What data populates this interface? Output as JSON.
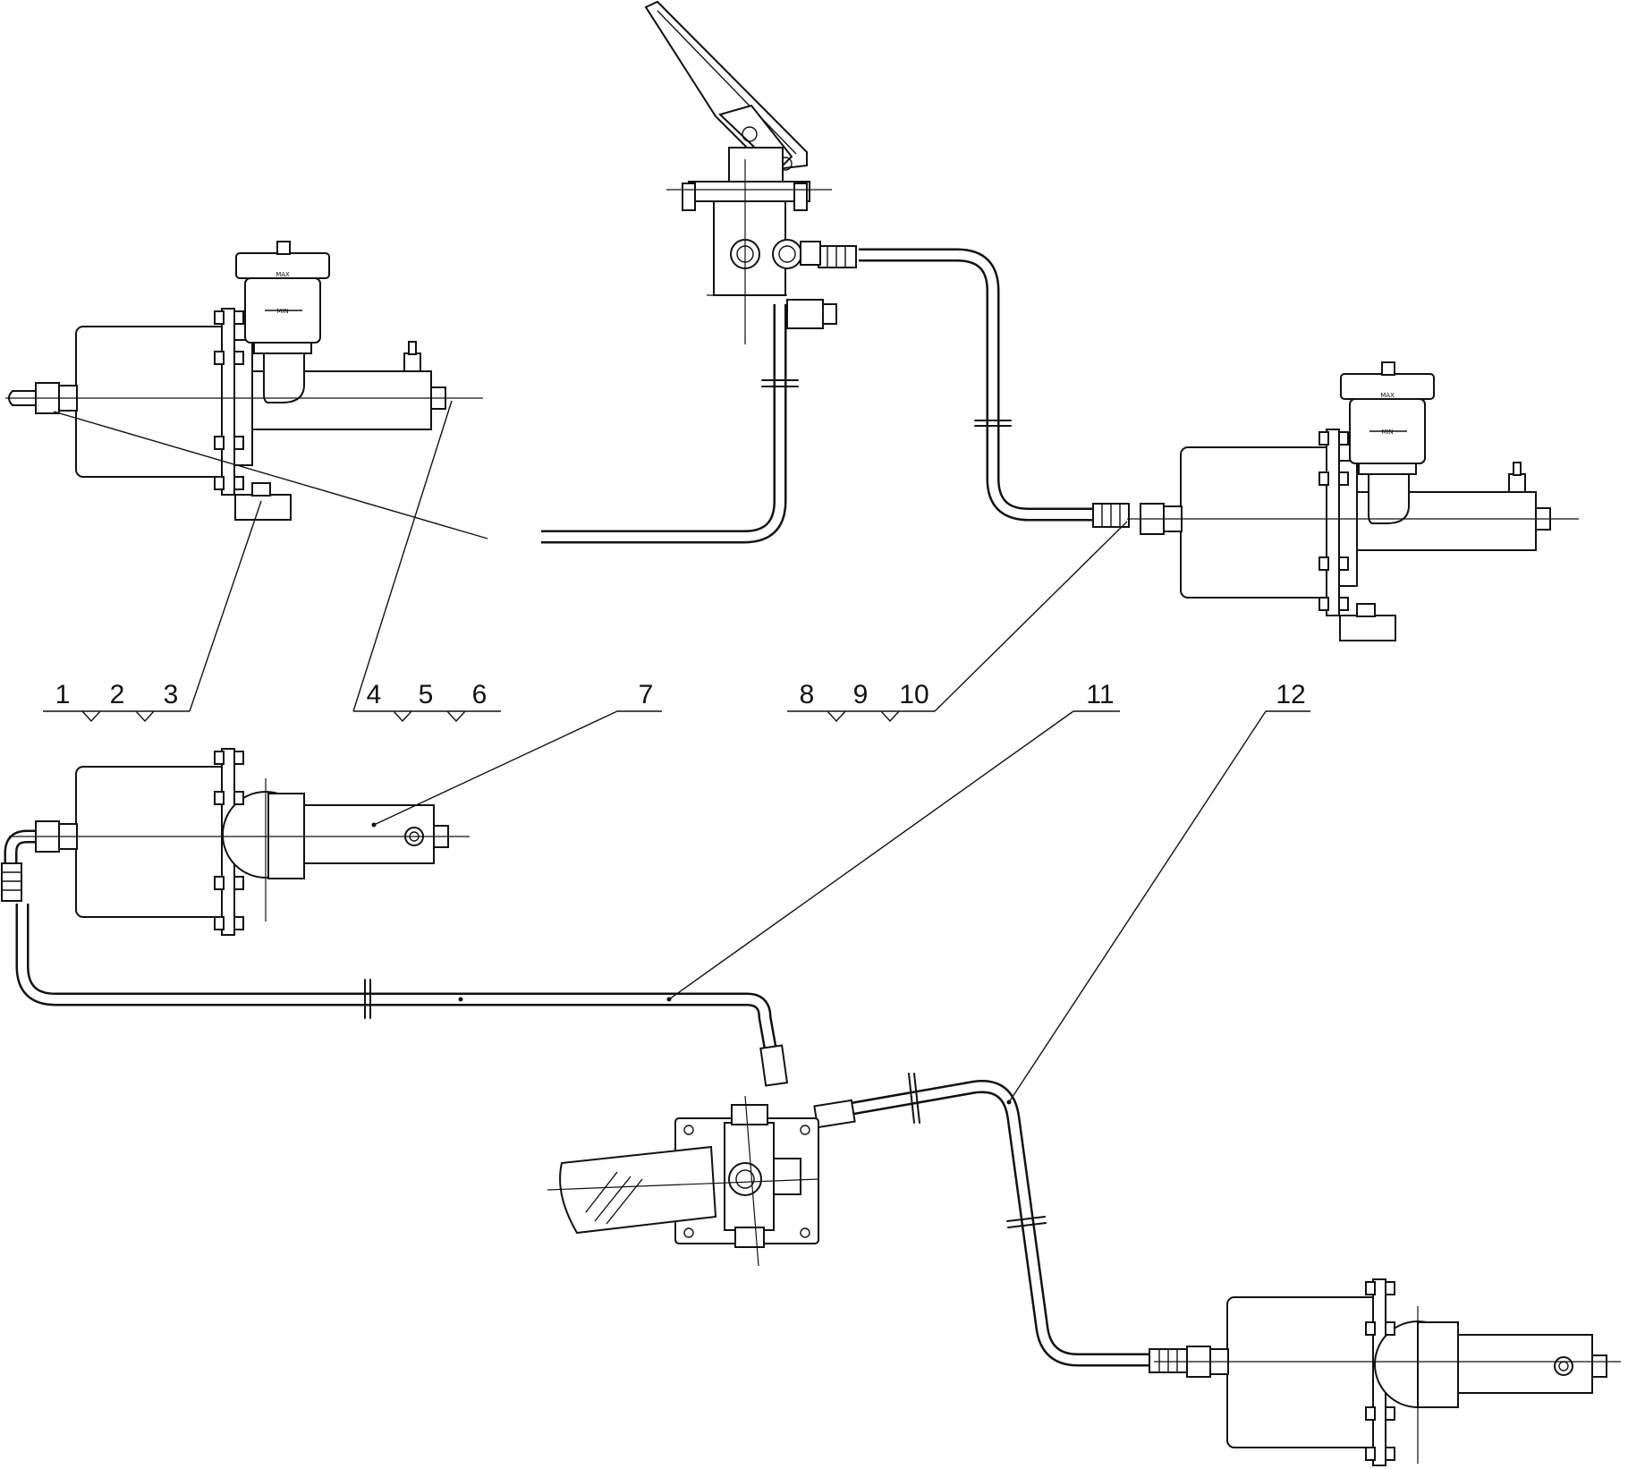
{
  "callouts": [
    {
      "id": "c1",
      "text": "1"
    },
    {
      "id": "c2",
      "text": "2"
    },
    {
      "id": "c3",
      "text": "3"
    },
    {
      "id": "c4",
      "text": "4"
    },
    {
      "id": "c5",
      "text": "5"
    },
    {
      "id": "c6",
      "text": "6"
    },
    {
      "id": "c7",
      "text": "7"
    },
    {
      "id": "c8",
      "text": "8"
    },
    {
      "id": "c9",
      "text": "9"
    },
    {
      "id": "c10",
      "text": "10"
    },
    {
      "id": "c11",
      "text": "11"
    },
    {
      "id": "c12",
      "text": "12"
    }
  ],
  "reservoir_marks": {
    "max": "MAX",
    "min": "MIN"
  }
}
